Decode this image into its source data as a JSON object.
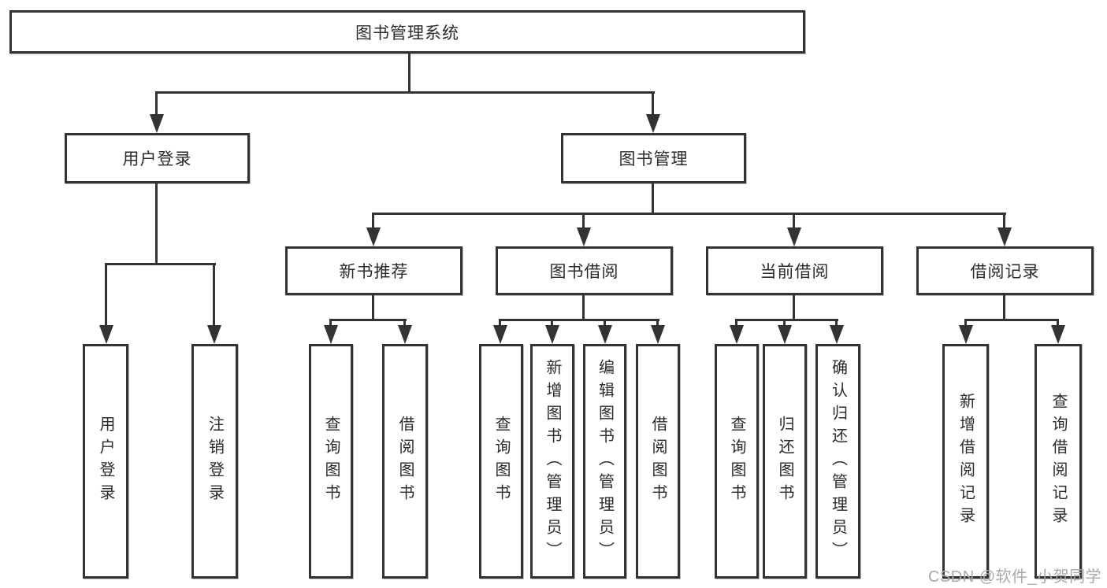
{
  "colors": {
    "line": "#333333",
    "box_border": "#333333",
    "text": "#2b2b2b",
    "background": "#ffffff",
    "watermark": "#a9a9a9"
  },
  "watermark": {
    "text": "CSDN @软件_小贺同学"
  },
  "tree": {
    "root": {
      "label": "图书管理系统"
    },
    "branches": [
      {
        "label": "用户登录",
        "children": [
          {
            "label": "用户登录"
          },
          {
            "label": "注销登录"
          }
        ]
      },
      {
        "label": "图书管理",
        "children": [
          {
            "label": "新书推荐",
            "children": [
              {
                "label": "查询图书"
              },
              {
                "label": "借阅图书"
              }
            ]
          },
          {
            "label": "图书借阅",
            "children": [
              {
                "label": "查询图书"
              },
              {
                "label": "新增图书（管理员）"
              },
              {
                "label": "编辑图书（管理员）"
              },
              {
                "label": "借阅图书"
              }
            ]
          },
          {
            "label": "当前借阅",
            "children": [
              {
                "label": "查询图书"
              },
              {
                "label": "归还图书"
              },
              {
                "label": "确认归还（管理员）"
              }
            ]
          },
          {
            "label": "借阅记录",
            "children": [
              {
                "label": "新增借阅记录"
              },
              {
                "label": "查询借阅记录"
              }
            ]
          }
        ]
      }
    ]
  }
}
